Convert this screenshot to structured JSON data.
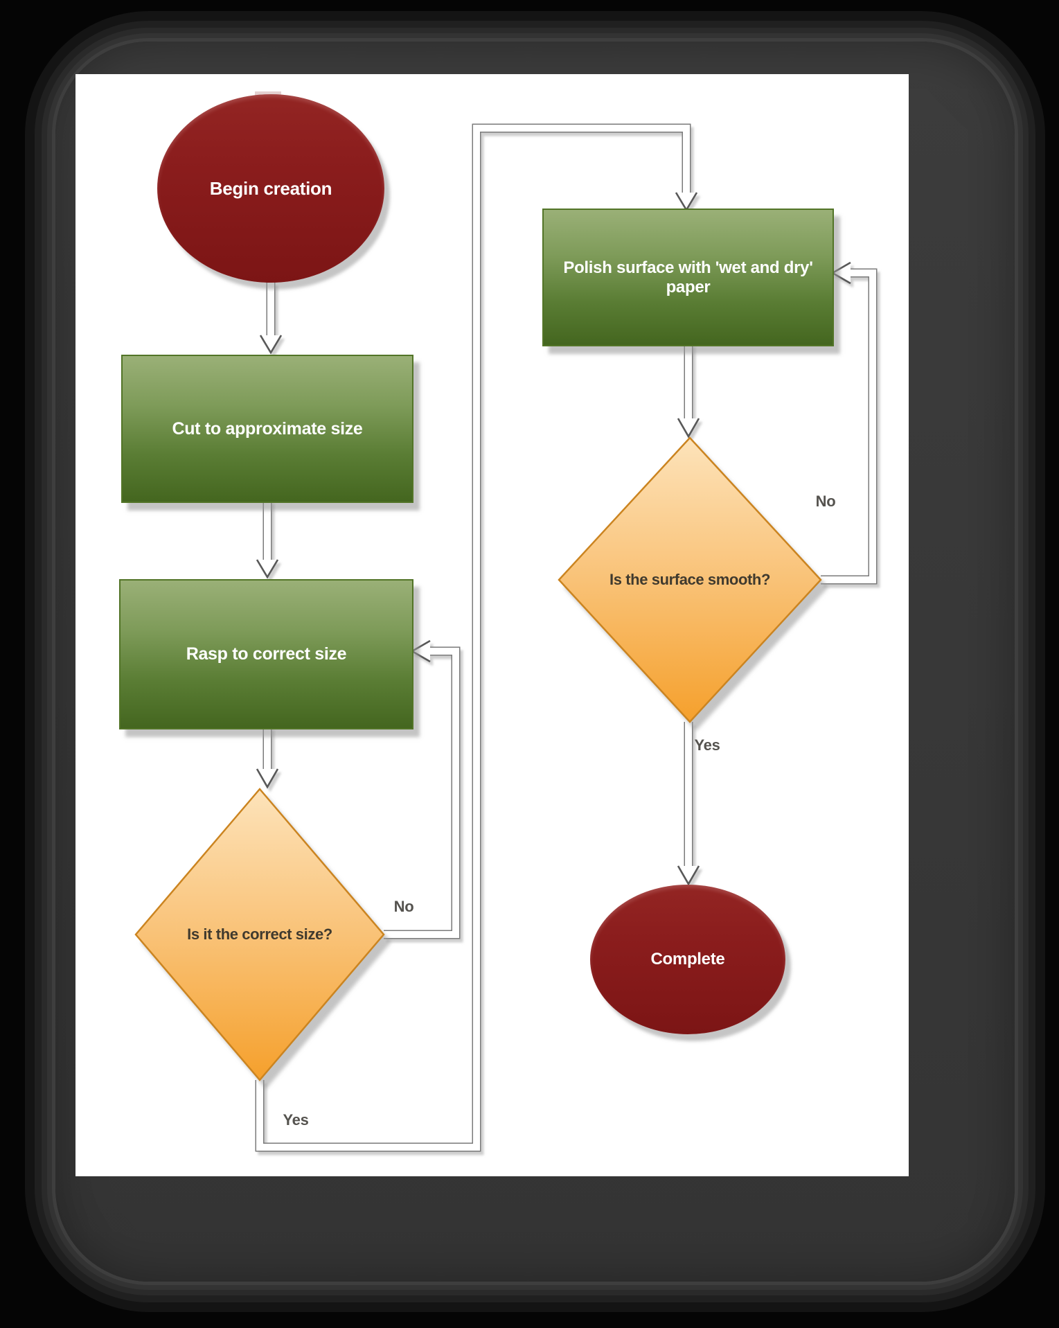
{
  "diagram": {
    "type": "flowchart",
    "nodes": [
      {
        "id": "begin",
        "shape": "terminator",
        "label": "Begin creation"
      },
      {
        "id": "cut",
        "shape": "process",
        "label": "Cut to approximate size"
      },
      {
        "id": "rasp",
        "shape": "process",
        "label": "Rasp to correct size"
      },
      {
        "id": "size_check",
        "shape": "decision",
        "label": "Is it the correct size?"
      },
      {
        "id": "polish",
        "shape": "process",
        "label": "Polish surface with 'wet and dry'\npaper"
      },
      {
        "id": "smooth_check",
        "shape": "decision",
        "label": "Is the surface smooth?"
      },
      {
        "id": "complete",
        "shape": "terminator",
        "label": "Complete"
      }
    ],
    "edges": [
      {
        "from": "begin",
        "to": "cut",
        "label": ""
      },
      {
        "from": "cut",
        "to": "rasp",
        "label": ""
      },
      {
        "from": "rasp",
        "to": "size_check",
        "label": ""
      },
      {
        "from": "size_check",
        "to": "rasp",
        "label": "No"
      },
      {
        "from": "size_check",
        "to": "polish",
        "label": "Yes"
      },
      {
        "from": "polish",
        "to": "smooth_check",
        "label": ""
      },
      {
        "from": "smooth_check",
        "to": "polish",
        "label": "No"
      },
      {
        "from": "smooth_check",
        "to": "complete",
        "label": "Yes"
      }
    ],
    "colors": {
      "terminator_fill": "#8b1d1d",
      "process_fill_top": "#9ab077",
      "process_fill_bottom": "#44661f",
      "process_border": "#527427",
      "decision_fill_top": "#fde3ba",
      "decision_fill_bottom": "#f5a02c",
      "decision_border": "#cb8420",
      "decision_text": "#403a2e",
      "node_text_light": "#ffffff",
      "connector_stroke": "#7a7a7a",
      "page_background": "#ffffff",
      "frame_background": "#383838",
      "canvas_background": "#000000"
    }
  }
}
